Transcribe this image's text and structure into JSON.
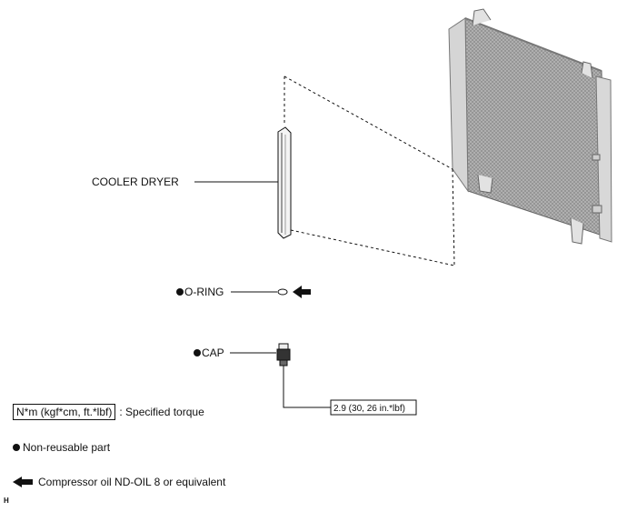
{
  "parts": {
    "cooler_dryer": "COOLER DRYER",
    "o_ring": "O-RING",
    "cap": "CAP"
  },
  "torque_value": "2.9 (30, 26 in.*lbf)",
  "legend": {
    "torque_unit": "N*m (kgf*cm, ft.*lbf)",
    "torque_desc": ": Specified torque",
    "non_reusable": "Non-reusable part",
    "oil": "Compressor oil ND-OIL 8 or equivalent"
  },
  "corner_mark": "H",
  "colors": {
    "line": "#111111",
    "fin": "#9a9a9a",
    "frame": "#c8c8c8"
  }
}
